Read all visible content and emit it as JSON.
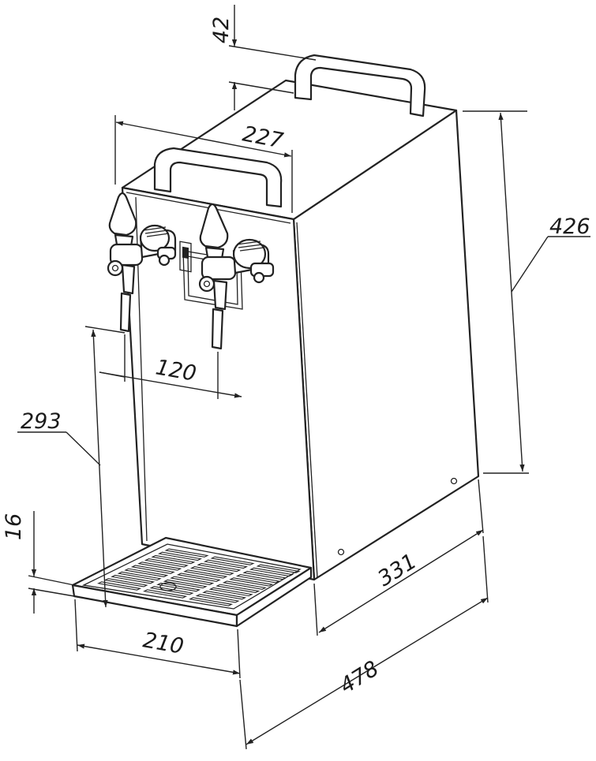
{
  "colors": {
    "ink": "#222222",
    "paper": "#ffffff"
  },
  "dimensions": {
    "handle_height": "42",
    "top_width": "227",
    "height": "426",
    "tap_spacing": "120",
    "tap_height": "293",
    "tray_height": "16",
    "depth": "331",
    "tray_width": "210",
    "total_depth": "478"
  }
}
